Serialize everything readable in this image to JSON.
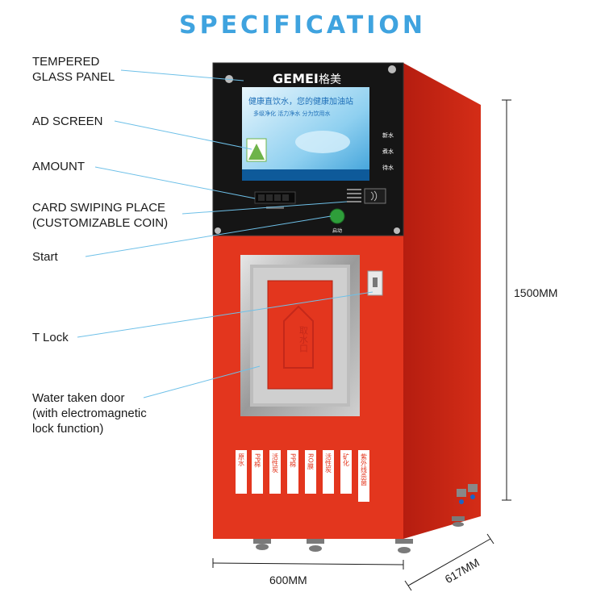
{
  "title": "SPECIFICATION",
  "brand": {
    "latin": "GEMEI",
    "chinese": "格美"
  },
  "callouts": {
    "tempered_glass": [
      "TEMPERED",
      "GLASS PANEL"
    ],
    "ad_screen": "AD SCREEN",
    "amount": "AMOUNT",
    "card_swiping": [
      "CARD SWIPING PLACE",
      "(CUSTOMIZABLE COIN)"
    ],
    "start": "Start",
    "t_lock": "T Lock",
    "water_door": [
      "Water taken door",
      "(with electromagnetic",
      "lock function)"
    ]
  },
  "dimensions": {
    "height": "1500MM",
    "width": "600MM",
    "depth": "617MM"
  },
  "screen": {
    "headline": "健康直饮水，您的健康加油站",
    "subline": "多级净化 活力净水 分为饮用水"
  },
  "side_buttons": [
    "新水",
    "煮水",
    "待水"
  ],
  "start_label": "启动",
  "door_sign": "取水口",
  "filter_stages": [
    "原水",
    "PP棉",
    "活性炭",
    "PP棉",
    "RO膜",
    "活性炭",
    "矿化",
    "紫外线杀菌"
  ],
  "colors": {
    "accent": "#3fa3df",
    "body_red": "#e3361e",
    "panel_black": "#151515"
  }
}
